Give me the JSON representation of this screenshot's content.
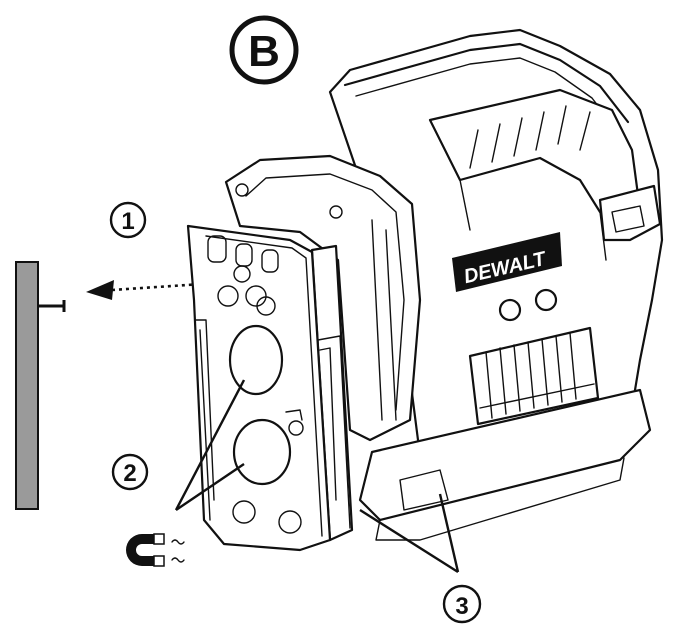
{
  "figure": {
    "panel_label": "B",
    "brand_text": "DEWALT",
    "callouts": [
      "1",
      "2",
      "3"
    ],
    "icons": {
      "wall": "wall-plate-icon",
      "magnet": "magnet-icon"
    },
    "colors": {
      "ink": "#111111",
      "wall_gray": "#9a9a9a",
      "background": "#ffffff"
    }
  }
}
